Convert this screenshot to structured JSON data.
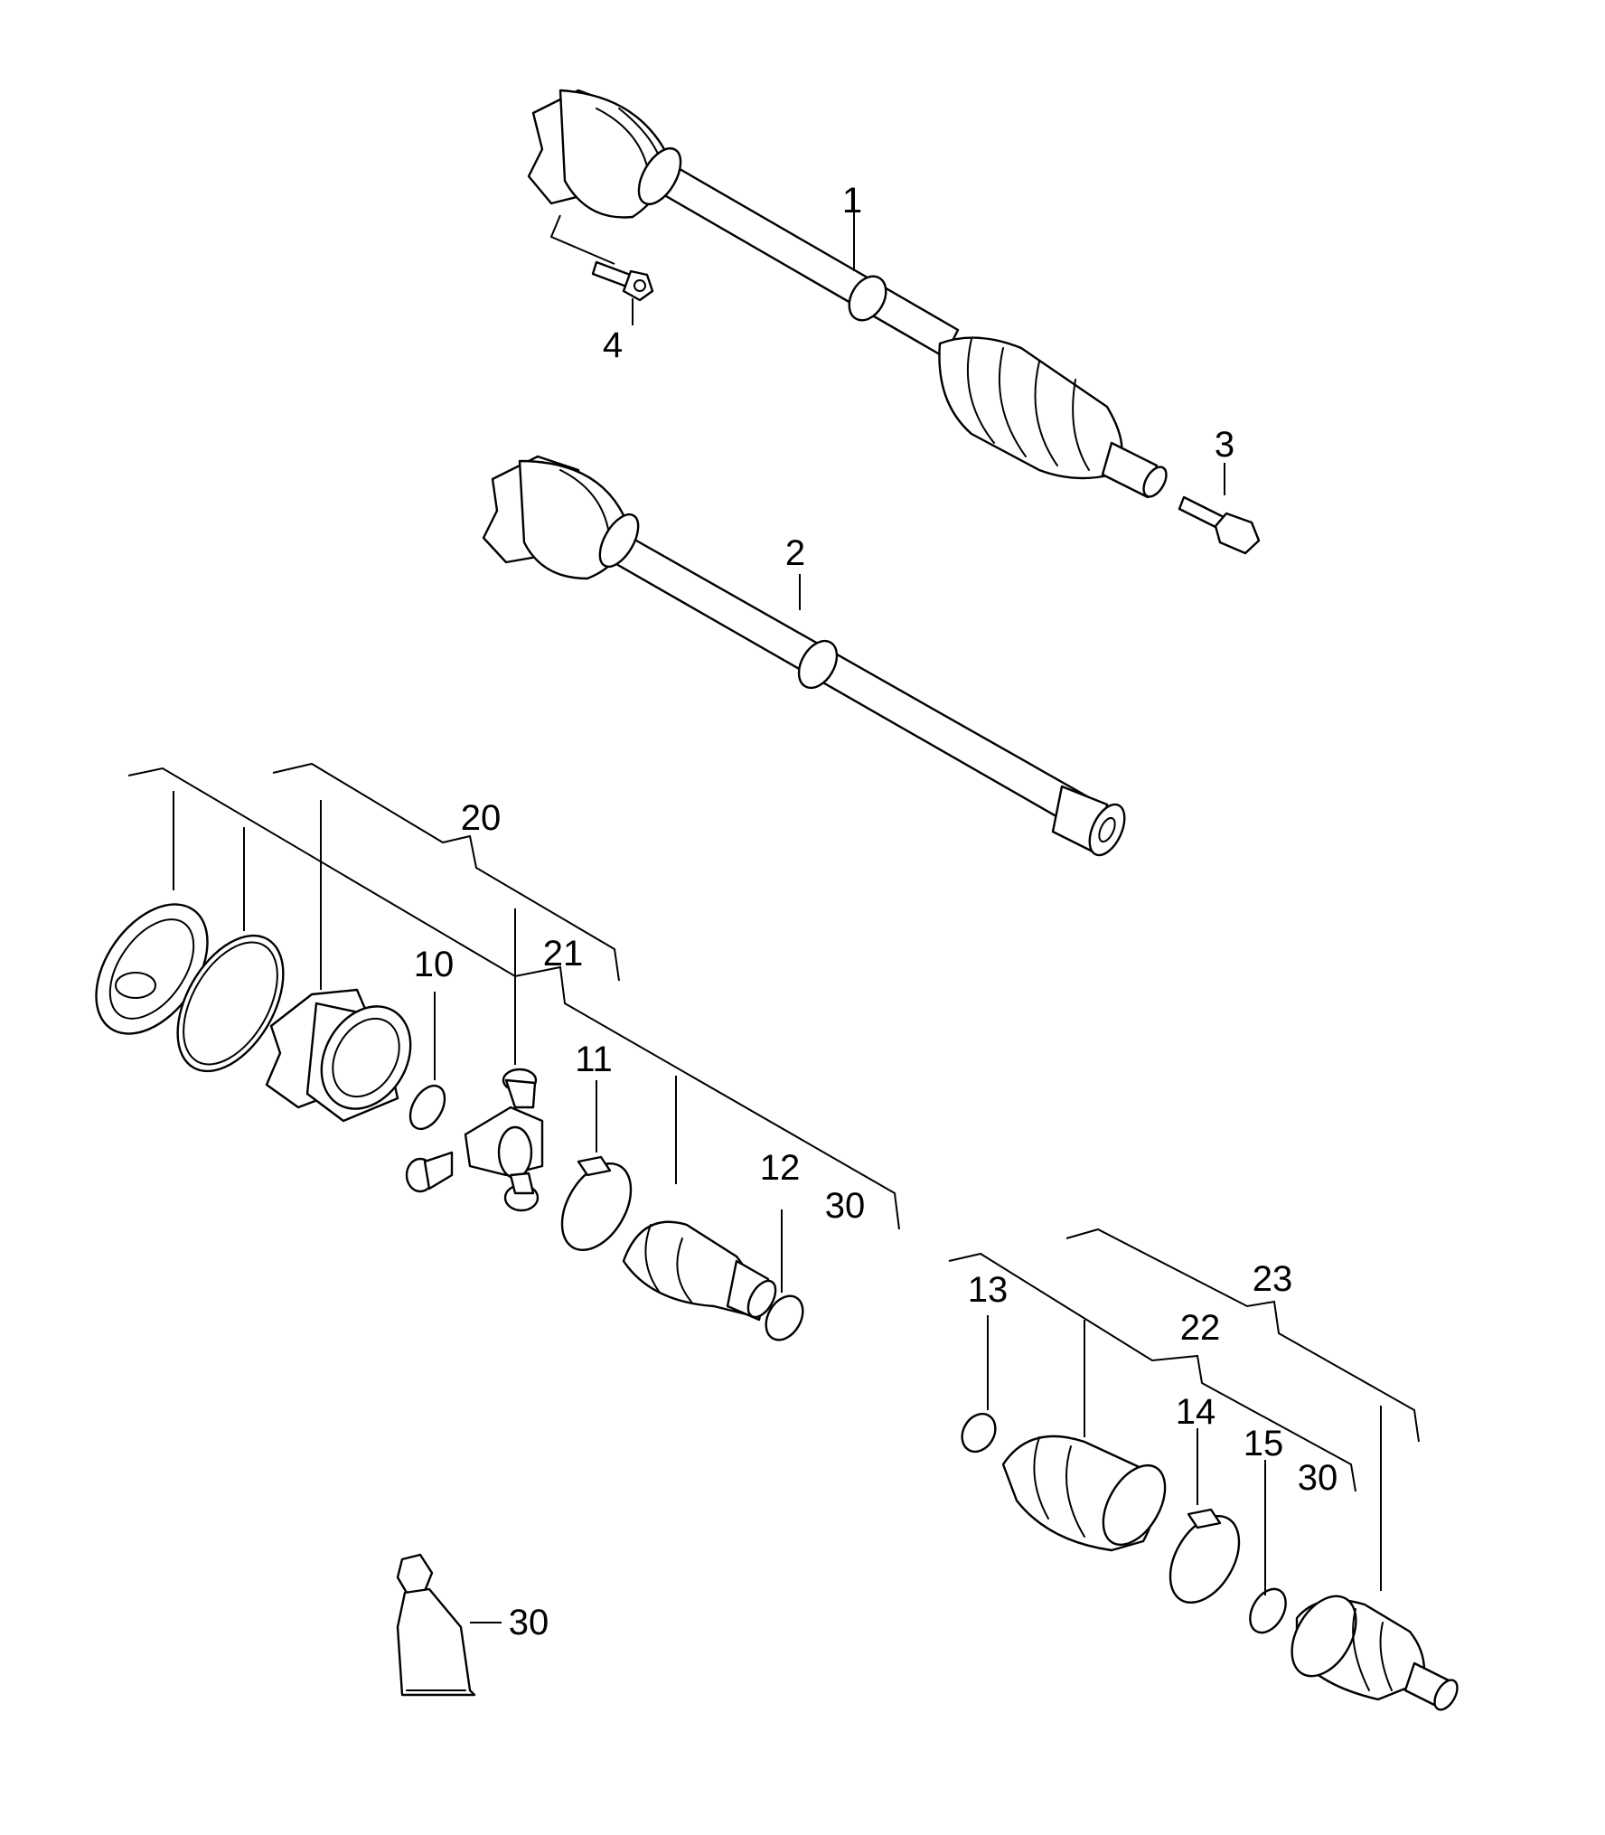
{
  "labels": {
    "p1": "1",
    "p2": "2",
    "p3": "3",
    "p4": "4",
    "p10": "10",
    "p11": "11",
    "p12": "12",
    "p13": "13",
    "p14": "14",
    "p15": "15",
    "p20": "20",
    "p21": "21",
    "p22": "22",
    "p23": "23",
    "p30a": "30",
    "p30b": "30",
    "p30c": "30"
  }
}
